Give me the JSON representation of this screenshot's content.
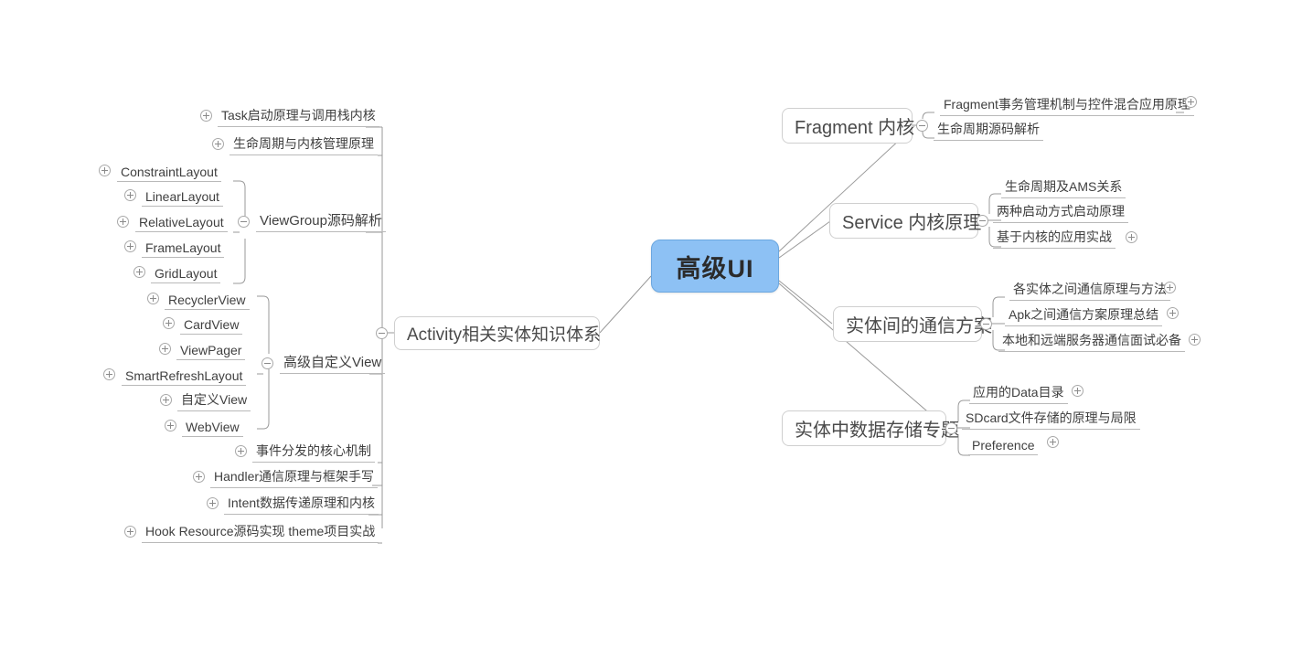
{
  "diagram": {
    "type": "mindmap",
    "title": "高级UI",
    "root": {
      "label": "高级UI"
    },
    "icons": {
      "expand": "plus-circle-icon",
      "collapse": "minus-circle-icon"
    },
    "colors": {
      "root_fill": "#8dc1f4",
      "root_border": "#6ba7e0",
      "node_fill": "#ffffff",
      "node_border": "#cfcfcf",
      "edge": "#9a9a9a",
      "text": "#3f3f3f",
      "underline": "#b9b9b9"
    },
    "branches": {
      "activity": {
        "label": "Activity相关实体知识体系",
        "state": "collapse",
        "children": [
          {
            "label": "Task启动原理与调用栈内核",
            "state": "expand"
          },
          {
            "label": "生命周期与内核管理原理",
            "state": "expand"
          },
          {
            "label": "ViewGroup源码解析",
            "state": "collapse",
            "children": [
              {
                "label": "ConstraintLayout",
                "state": "expand"
              },
              {
                "label": "LinearLayout",
                "state": "expand"
              },
              {
                "label": "RelativeLayout",
                "state": "expand"
              },
              {
                "label": "FrameLayout",
                "state": "expand"
              },
              {
                "label": "GridLayout",
                "state": "expand"
              }
            ]
          },
          {
            "label": "高级自定义View",
            "state": "collapse",
            "children": [
              {
                "label": "RecyclerView",
                "state": "expand"
              },
              {
                "label": "CardView",
                "state": "expand"
              },
              {
                "label": "ViewPager",
                "state": "expand"
              },
              {
                "label": "SmartRefreshLayout",
                "state": "expand"
              },
              {
                "label": "自定义View",
                "state": "expand"
              },
              {
                "label": "WebView",
                "state": "expand"
              }
            ]
          },
          {
            "label": "事件分发的核心机制",
            "state": "expand"
          },
          {
            "label": "Handler通信原理与框架手写",
            "state": "expand"
          },
          {
            "label": "Intent数据传递原理和内核",
            "state": "expand"
          },
          {
            "label": "Hook Resource源码实现 theme项目实战",
            "state": "expand"
          }
        ]
      },
      "fragment": {
        "label": "Fragment 内核",
        "state": "collapse",
        "children": [
          {
            "label": "Fragment事务管理机制与控件混合应用原理",
            "state": "expand"
          },
          {
            "label": "生命周期源码解析",
            "state": "none"
          }
        ]
      },
      "service": {
        "label": "Service 内核原理",
        "state": "collapse",
        "children": [
          {
            "label": "生命周期及AMS关系",
            "state": "none"
          },
          {
            "label": "两种启动方式启动原理",
            "state": "none"
          },
          {
            "label": "基于内核的应用实战",
            "state": "expand"
          }
        ]
      },
      "ipc": {
        "label": "实体间的通信方案",
        "state": "collapse",
        "children": [
          {
            "label": "各实体之间通信原理与方法",
            "state": "expand"
          },
          {
            "label": "Apk之间通信方案原理总结",
            "state": "expand"
          },
          {
            "label": "本地和远端服务器通信面试必备",
            "state": "expand"
          }
        ]
      },
      "storage": {
        "label": "实体中数据存储专题",
        "state": "collapse",
        "children": [
          {
            "label": "应用的Data目录",
            "state": "expand"
          },
          {
            "label": "SDcard文件存储的原理与局限",
            "state": "none"
          },
          {
            "label": "Preference",
            "state": "expand"
          }
        ]
      }
    }
  }
}
